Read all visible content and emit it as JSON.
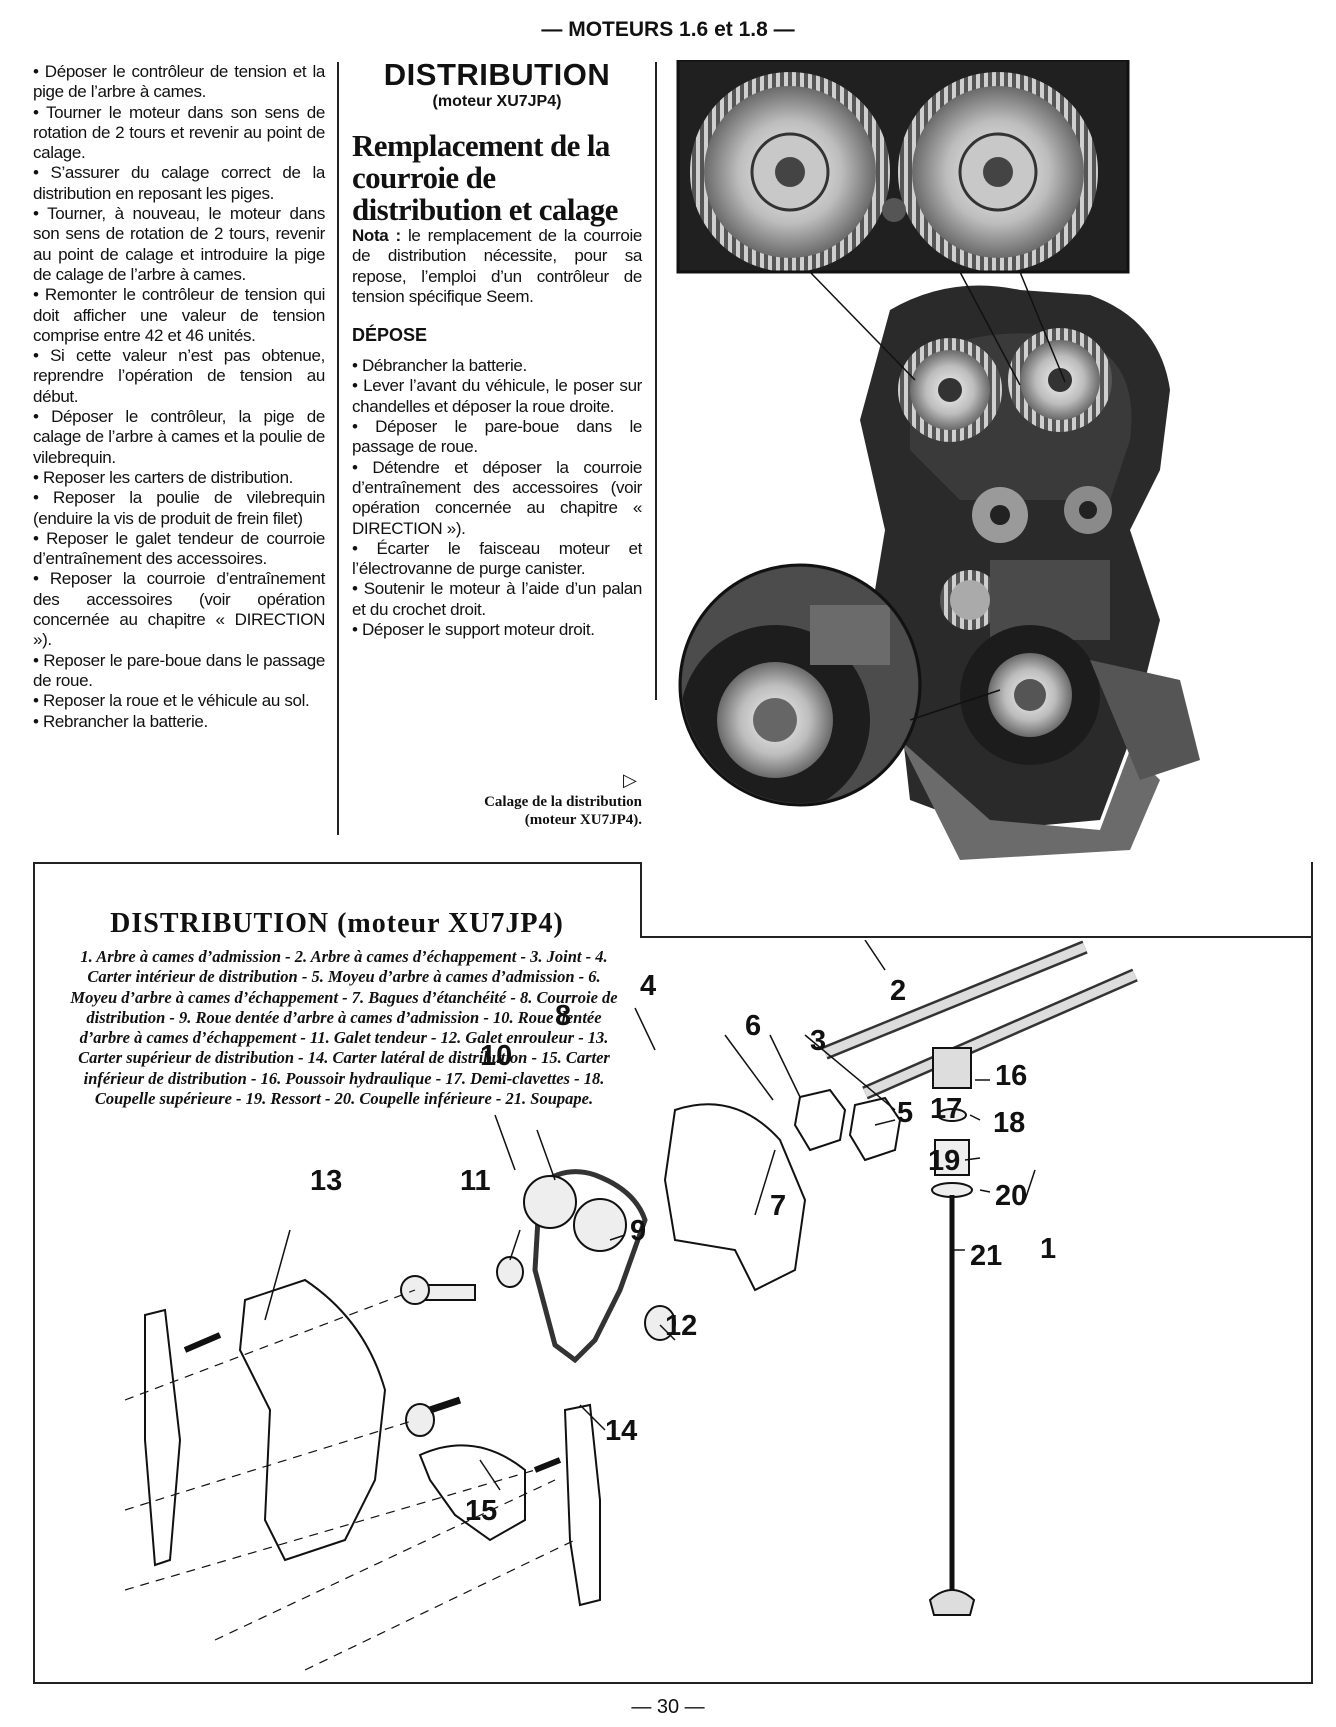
{
  "header": "— MOTEURS 1.6 et 1.8 —",
  "left_column": [
    "• Déposer le contrôleur de tension et la pige de l’arbre à cames.",
    "• Tourner le moteur dans son sens de rotation de 2 tours et revenir au point de calage.",
    "• S’assurer du calage correct de la distribution en reposant les piges.",
    "• Tourner, à nouveau, le moteur dans son sens de rotation de 2 tours, revenir au point de calage et introduire la pige de calage de l’arbre à cames.",
    "• Remonter le contrôleur de tension qui doit afficher une valeur de tension comprise entre 42 et 46 unités.",
    "• Si cette valeur n’est pas obtenue, reprendre l’opération de tension au début.",
    "• Déposer le contrôleur, la pige de calage de l’arbre à cames et la poulie de vilebrequin.",
    "• Reposer les carters de distribution.",
    "• Reposer la poulie de vilebrequin (enduire la vis de produit de frein filet)",
    "• Reposer le galet tendeur de courroie d’entraînement des accessoires.",
    "• Reposer la courroie d’entraînement des accessoires (voir opération concernée au chapitre « DIRECTION »).",
    "• Reposer le pare-boue dans le passage de roue.",
    "• Reposer la roue et le véhicule au sol.",
    "• Rebrancher la batterie."
  ],
  "middle_column": {
    "title": "DISTRIBUTION",
    "subtitle": "(moteur XU7JP4)",
    "section_title": "Remplacement de la courroie de distribution et calage",
    "nota_label": "Nota :",
    "nota_text": " le remplacement de la courroie de distribution nécessite, pour sa repose, l’emploi d’un contrôleur de tension spécifique Seem.",
    "depose_heading": "DÉPOSE",
    "steps": [
      "• Débrancher la batterie.",
      "• Lever l’avant du véhicule, le poser sur chandelles et déposer la roue droite.",
      "• Déposer le pare-boue dans le passage de roue.",
      "• Détendre et déposer la courroie d’entraînement des accessoires (voir opération concernée au chapitre « DIRECTION »).",
      "• Écarter le faisceau moteur et l’électrovanne de purge canister.",
      "• Soutenir le moteur à l’aide d’un palan et du crochet droit.",
      "• Déposer le support moteur droit."
    ]
  },
  "photo_caption": {
    "arrow": "▷",
    "line1": "Calage de la distribution",
    "line2": "(moteur XU7JP4)."
  },
  "diagram": {
    "title": "DISTRIBUTION (moteur XU7JP4)",
    "legend": "1. Arbre à cames d’admission - 2. Arbre à cames d’échappement - 3. Joint - 4. Carter intérieur de distribution - 5. Moyeu d’arbre à cames d’admission - 6. Moyeu d’arbre à cames d’échappement - 7. Bagues d’étanchéité - 8. Courroie de distribution - 9. Roue dentée d’arbre à cames d’admission - 10. Roue dentée d’arbre à cames d’échappement - 11. Galet tendeur - 12. Galet enrouleur - 13. Carter supérieur de distribution - 14. Carter latéral de distribution - 15. Carter inférieur de distribution - 16. Poussoir hydraulique - 17. Demi-clavettes - 18. Coupelle supérieure - 19. Ressort - 20. Coupelle inférieure - 21. Soupape.",
    "labels": [
      "1",
      "2",
      "3",
      "4",
      "5",
      "6",
      "7",
      "8",
      "9",
      "10",
      "11",
      "12",
      "13",
      "14",
      "15",
      "16",
      "17",
      "18",
      "19",
      "20",
      "21"
    ]
  },
  "footer": "— 30 —"
}
